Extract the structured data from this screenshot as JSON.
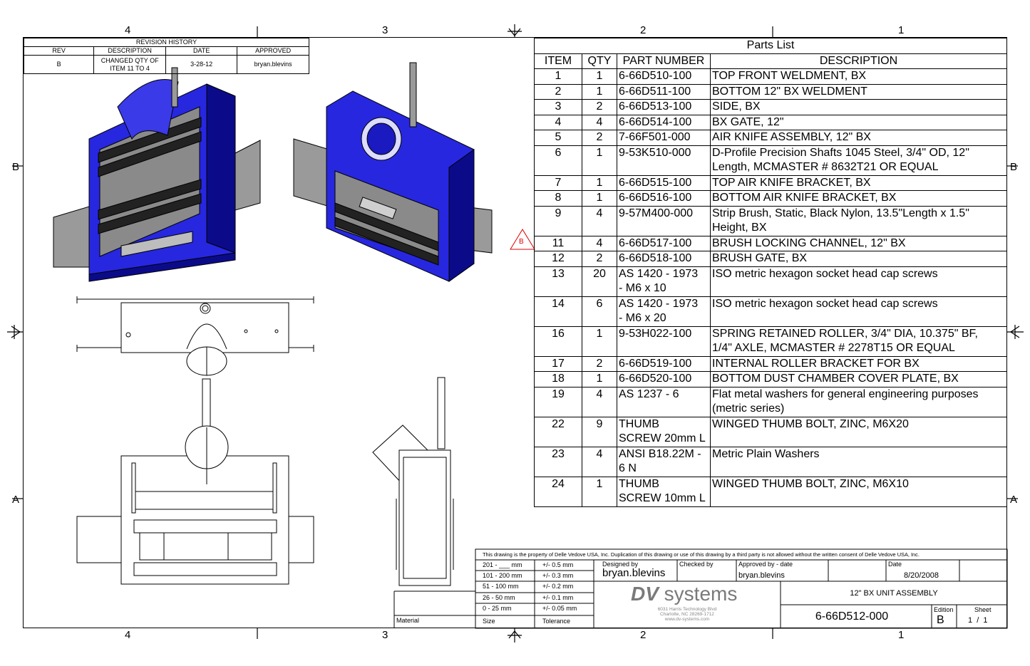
{
  "zones": {
    "top": [
      "4",
      "3",
      "2",
      "1"
    ],
    "bottom": [
      "4",
      "3",
      "2",
      "1"
    ],
    "left": [
      "B",
      "A"
    ],
    "right": [
      "B",
      "A"
    ]
  },
  "revision_history": {
    "title": "REVISION HISTORY",
    "headers": [
      "REV",
      "DESCRIPTION",
      "DATE",
      "APPROVED"
    ],
    "rows": [
      {
        "rev": "B",
        "description_1": "CHANGED QTY OF",
        "description_2": "ITEM 11 TO 4",
        "date": "3-28-12",
        "approved": "bryan.blevins"
      }
    ]
  },
  "rev_flag": "B",
  "parts_list": {
    "title": "Parts List",
    "headers": [
      "ITEM",
      "QTY",
      "PART NUMBER",
      "DESCRIPTION"
    ],
    "rows": [
      {
        "item": "1",
        "qty": "1",
        "part": [
          "6-66D510-100"
        ],
        "desc": [
          "TOP FRONT WELDMENT, BX"
        ]
      },
      {
        "item": "2",
        "qty": "1",
        "part": [
          "6-66D511-100"
        ],
        "desc": [
          "BOTTOM 12\" BX WELDMENT"
        ]
      },
      {
        "item": "3",
        "qty": "2",
        "part": [
          "6-66D513-100"
        ],
        "desc": [
          "SIDE, BX"
        ]
      },
      {
        "item": "4",
        "qty": "4",
        "part": [
          "6-66D514-100"
        ],
        "desc": [
          "BX GATE, 12\""
        ]
      },
      {
        "item": "5",
        "qty": "2",
        "part": [
          "7-66F501-000"
        ],
        "desc": [
          "AIR KNIFE ASSEMBLY, 12\" BX"
        ]
      },
      {
        "item": "6",
        "qty": "1",
        "part": [
          "9-53K510-000"
        ],
        "desc": [
          "D-Profile Precision Shafts 1045 Steel, 3/4\" OD, 12\"",
          "Length, MCMASTER # 8632T21 OR EQUAL"
        ]
      },
      {
        "item": "7",
        "qty": "1",
        "part": [
          "6-66D515-100"
        ],
        "desc": [
          "TOP AIR KNIFE BRACKET, BX"
        ]
      },
      {
        "item": "8",
        "qty": "1",
        "part": [
          "6-66D516-100"
        ],
        "desc": [
          "BOTTOM AIR KNIFE BRACKET, BX"
        ]
      },
      {
        "item": "9",
        "qty": "4",
        "part": [
          "9-57M400-000"
        ],
        "desc": [
          "Strip Brush, Static, Black Nylon, 13.5\"Length x 1.5\"",
          "Height, BX"
        ]
      },
      {
        "item": "11",
        "qty": "4",
        "part": [
          "6-66D517-100"
        ],
        "desc": [
          "BRUSH LOCKING CHANNEL, 12\" BX"
        ]
      },
      {
        "item": "12",
        "qty": "2",
        "part": [
          "6-66D518-100"
        ],
        "desc": [
          "BRUSH GATE, BX"
        ]
      },
      {
        "item": "13",
        "qty": "20",
        "part": [
          "AS 1420 - 1973",
          "- M6 x 10"
        ],
        "desc": [
          "ISO metric hexagon socket head cap screws"
        ]
      },
      {
        "item": "14",
        "qty": "6",
        "part": [
          "AS 1420 - 1973",
          "- M6 x 20"
        ],
        "desc": [
          "ISO metric hexagon socket head cap screws"
        ]
      },
      {
        "item": "16",
        "qty": "1",
        "part": [
          "9-53H022-100"
        ],
        "desc": [
          "SPRING RETAINED ROLLER, 3/4\" DIA, 10.375\" BF,",
          "1/4\" AXLE, MCMASTER # 2278T15 OR EQUAL"
        ]
      },
      {
        "item": "17",
        "qty": "2",
        "part": [
          "6-66D519-100"
        ],
        "desc": [
          "INTERNAL ROLLER BRACKET FOR BX"
        ]
      },
      {
        "item": "18",
        "qty": "1",
        "part": [
          "6-66D520-100"
        ],
        "desc": [
          "BOTTOM DUST CHAMBER COVER PLATE, BX"
        ]
      },
      {
        "item": "19",
        "qty": "4",
        "part": [
          "AS 1237 - 6"
        ],
        "desc": [
          "Flat metal washers for general engineering purposes",
          "(metric series)"
        ]
      },
      {
        "item": "22",
        "qty": "9",
        "part": [
          "THUMB",
          "SCREW 20mm L"
        ],
        "desc": [
          "WINGED THUMB BOLT, ZINC, M6X20"
        ]
      },
      {
        "item": "23",
        "qty": "4",
        "part": [
          "ANSI B18.22M -",
          "6 N"
        ],
        "desc": [
          "Metric Plain Washers"
        ]
      },
      {
        "item": "24",
        "qty": "1",
        "part": [
          "THUMB",
          "SCREW 10mm L"
        ],
        "desc": [
          "WINGED THUMB BOLT, ZINC, M6X10"
        ]
      }
    ]
  },
  "title_block": {
    "notice": "This drawing is the property of Delle Vedove USA, Inc.  Duplication of this drawing or use of this drawing by a third party is not allowed without the written consent of Delle Vedove USA, Inc.",
    "tolerances": [
      {
        "size": "201 - ___ mm",
        "tol": "+/- 0.5 mm"
      },
      {
        "size": "101 - 200 mm",
        "tol": "+/- 0.3 mm"
      },
      {
        "size": "51 - 100 mm",
        "tol": "+/- 0.2 mm"
      },
      {
        "size": "26 - 50 mm",
        "tol": "+/- 0.1 mm"
      },
      {
        "size": "0 - 25 mm",
        "tol": "+/- 0.05 mm"
      }
    ],
    "size_label": "Size",
    "tolerance_label": "Tolerance",
    "material_label": "Material",
    "designed_by_label": "Designed by",
    "designed_by": "bryan.blevins",
    "checked_by_label": "Checked by",
    "approved_by_label": "Approved by - date",
    "approved_by": "bryan.blevins",
    "date_label": "Date",
    "date": "8/20/2008",
    "company_logo_1": "DV",
    "company_logo_2": " systems",
    "address_1": "6031 Harris Technology Blvd",
    "address_2": "Charlotte, NC 28269-1712",
    "address_3": "www.dv-systems.com",
    "drawing_title": "12\" BX UNIT ASSEMBLY",
    "drawing_number": "6-66D512-000",
    "edition_label": "Edition",
    "edition": "B",
    "sheet_label": "Sheet",
    "sheet": "1  /  1"
  },
  "colors": {
    "model_blue": "#2727e0",
    "dark_blue": "#0b0b8a",
    "steel_grey": "#9a9a9a",
    "brush_black": "#222222"
  }
}
